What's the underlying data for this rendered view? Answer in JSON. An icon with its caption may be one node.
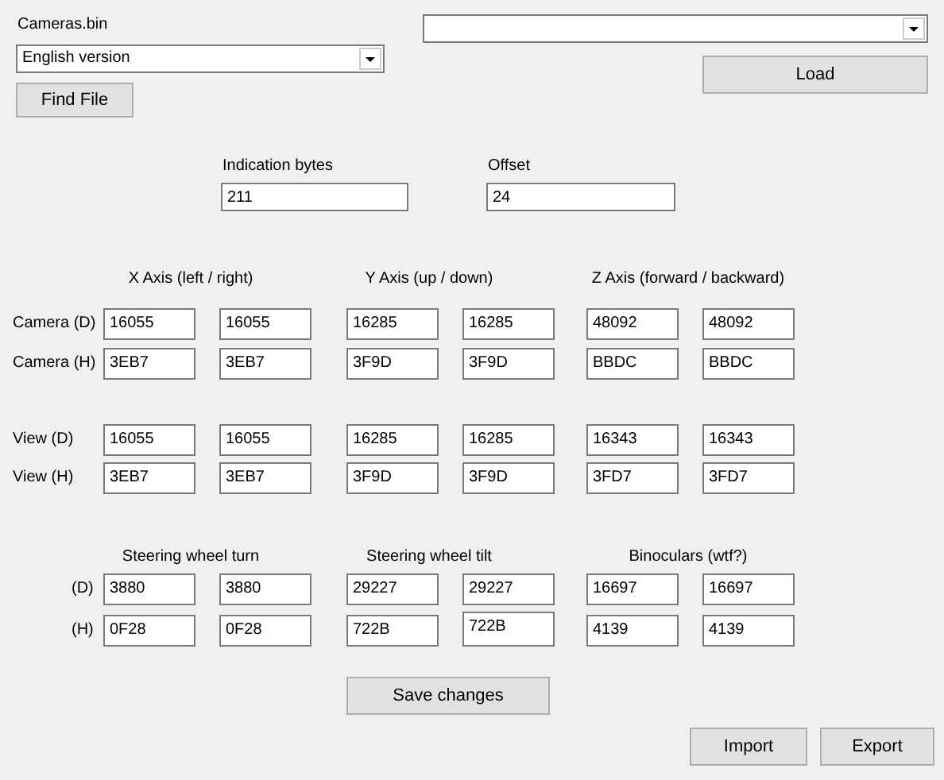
{
  "diagram": {
    "labels": [
      "Cameras.bin",
      "English version",
      "Load",
      "Find File",
      "Indication bytes",
      "Offset",
      "211",
      "24",
      "X Axis (left / right)",
      "Y Axis (up / down)",
      "Z Axis (forward / backward)",
      "Camera (D)",
      "16055",
      "16055",
      "16285",
      "16285",
      "48092",
      "48092",
      "Camera (H)",
      "3EB7",
      "3EB7",
      "3F9D",
      "3F9D",
      "BBDC",
      "BBDC",
      "View (D)",
      "16055",
      "16055",
      "16285",
      "16285",
      "16343",
      "16343",
      "View (H)",
      "3EB7",
      "3EB7",
      "3F9D",
      "3F9D",
      "3FD7",
      "3FD7",
      "Steering wheel turn",
      "Steering wheel tilt",
      "Binoculars (wtf?)",
      "(D)",
      "3880",
      "3880",
      "29227",
      "29227",
      "16697",
      "16697",
      "(H)",
      "0F28",
      "0F28",
      "722B",
      "722B",
      "4139",
      "4139",
      "Save changes",
      "Import",
      "Export"
    ]
  }
}
